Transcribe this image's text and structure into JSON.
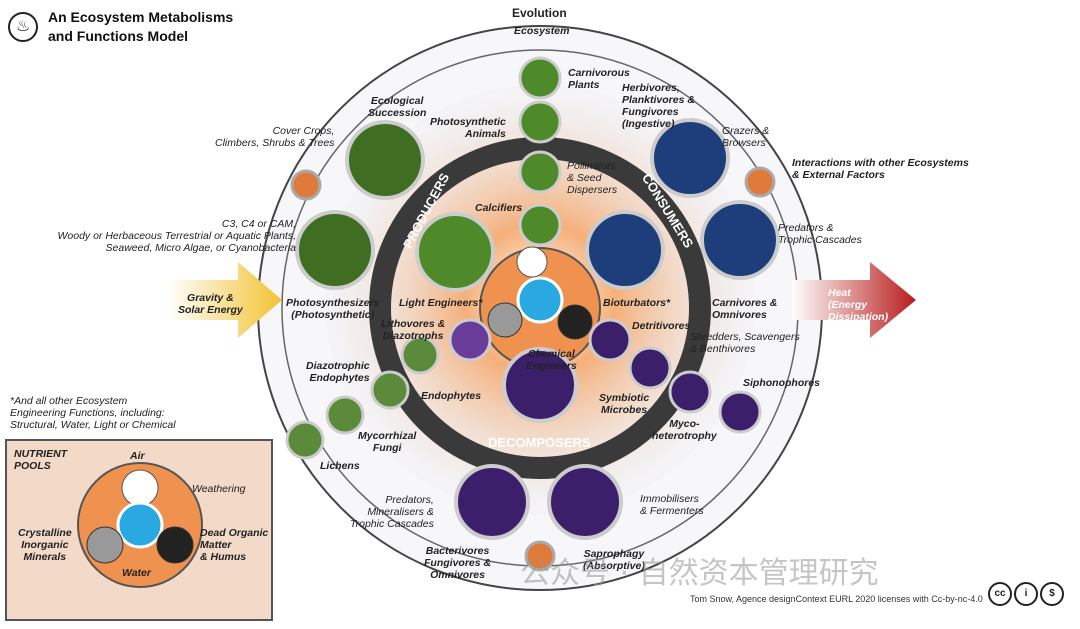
{
  "header": {
    "title_line1": "An Ecosystem Metabolisms",
    "title_line2": "and Functions Model"
  },
  "ring_labels": {
    "evolution": "Evolution",
    "ecosystem": "Ecosystem",
    "producers": "PRODUCERS",
    "consumers": "CONSUMERS",
    "decomposers": "DECOMPOSERS"
  },
  "arrows": {
    "gravity_l1": "Gravity &",
    "gravity_l2": "Solar Energy",
    "heat_l1": "Heat",
    "heat_l2": "(Energy",
    "heat_l3": "Dissipation)"
  },
  "labels": {
    "carnivorous_plants_1": "Carnivorous",
    "carnivorous_plants_2": "Plants",
    "herbivores_1": "Herbivores,",
    "herbivores_2": "Planktivores &",
    "herbivores_3": "Fungivores",
    "herbivores_4": "(Ingestive)",
    "ecological_succession_1": "Ecological",
    "ecological_succession_2": "Succession",
    "photosynthetic_animals_1": "Photosynthetic",
    "photosynthetic_animals_2": "Animals",
    "cover_crops_1": "Cover Crops,",
    "cover_crops_2": "Climbers, Shrubs & Trees",
    "pollinators_1": "Pollinators",
    "pollinators_2": "& Seed",
    "pollinators_3": "Dispersers",
    "grazers_1": "Grazers &",
    "grazers_2": "Browsers",
    "interactions_1": "Interactions with other Ecosystems",
    "interactions_2": "& External Factors",
    "c3_1": "C3, C4 or CAM,",
    "c3_2": "Woody or Herbaceous Terrestrial or Aquatic Plants,",
    "c3_3": "Seaweed, Micro Algae, or Cyanobacteria",
    "calcifiers": "Calcifiers",
    "predators_tc_1": "Predators &",
    "predators_tc_2": "Trophic Cascades",
    "photosynthesizers_1": "Photosynthesizers",
    "photosynthesizers_2": "(Photosynthetic)",
    "light_engineers": "Light Engineers*",
    "bioturbators": "Bioturbators*",
    "carnivores_1": "Carnivores &",
    "carnivores_2": "Omnivores",
    "lithovores_1": "Lithovores &",
    "lithovores_2": "Diazotrophs",
    "detritivores": "Detritivores",
    "shredders_1": "Shredders, Scavengers",
    "shredders_2": "& Benthivores",
    "chemical_engineers_1": "Chemical",
    "chemical_engineers_2": "Engineers",
    "diazotrophic_1": "Diazotrophic",
    "diazotrophic_2": "Endophytes",
    "siphonophores": "Siphonophores",
    "endophytes": "Endophytes",
    "symbiotic_1": "Symbiotic",
    "symbiotic_2": "Microbes",
    "mycorrhizal_1": "Mycorrhizal",
    "mycorrhizal_2": "Fungi",
    "myco_1": "Myco-",
    "myco_2": "heterotrophy",
    "lichens": "Lichens",
    "predators_min_1": "Predators,",
    "predators_min_2": "Mineralisers &",
    "predators_min_3": "Trophic Cascades",
    "immobilisers_1": "Immobilisers",
    "immobilisers_2": "& Fermenters",
    "bacterivores_1": "Bacterivores",
    "bacterivores_2": "Fungivores &",
    "bacterivores_3": "Omnivores",
    "saprophagy_1": "Saprophagy",
    "saprophagy_2": "(Absorptive)"
  },
  "note": {
    "line1": "*And all other Ecosystem",
    "line2": "Engineering Functions, including:",
    "line3": "Structural, Water, Light or Chemical"
  },
  "pools": {
    "title_1": "NUTRIENT",
    "title_2": "POOLS",
    "air": "Air",
    "weathering": "Weathering",
    "crystalline_1": "Crystalline",
    "crystalline_2": "Inorganic",
    "crystalline_3": "Minerals",
    "dead_1": "Dead Organic",
    "dead_2": "Matter",
    "dead_3": "& Humus",
    "water": "Water"
  },
  "footer": {
    "watermark": "公众号 · 自然资本管理研究",
    "credit": "Tom Snow, Agence designContext EURL 2020 licenses with Cc-by-nc-4.0",
    "cc": "cc",
    "by": "i",
    "nc": "$"
  },
  "colors": {
    "producers": "#3f6d22",
    "consumers": "#1d3e7a",
    "decomposers": "#3c1f6b",
    "core_orange": "#e07a3a",
    "ring_gray": "#3a3a3a",
    "gravity_arrow": "#f2c230",
    "heat_arrow": "#b81c1c"
  }
}
